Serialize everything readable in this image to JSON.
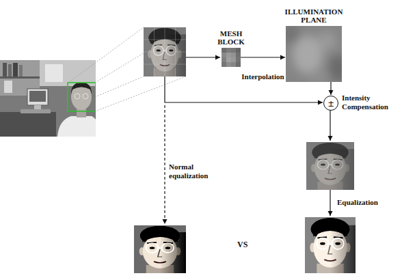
{
  "diagram": {
    "nodes": [
      {
        "text": [
          "MESH BLOCK"
        ]
      },
      {
        "text": [
          "ILLUMINATION PLANE"
        ]
      },
      {
        "text": [
          "±",
          "Intensity Compensation"
        ]
      }
    ],
    "edges": [
      {
        "from": 0,
        "to": 1,
        "arrow": "to",
        "label": "Interpolation"
      },
      {
        "from": 1,
        "to": 2,
        "arrow": "to"
      }
    ],
    "labels": [
      "Normal equalization",
      "Equalization",
      "VS"
    ]
  }
}
